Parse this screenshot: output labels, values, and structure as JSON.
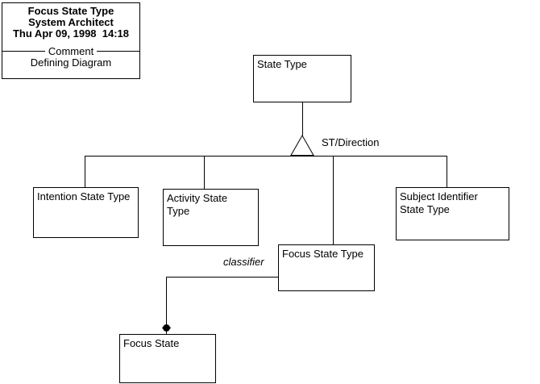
{
  "title_block": {
    "lines_bold": [
      "Focus State Type",
      "System Architect",
      "Thu Apr 09, 1998  14:18"
    ],
    "comment_label": "Comment",
    "diagram_label": "Defining Diagram"
  },
  "nodes": [
    {
      "id": "state-type",
      "label": "State Type"
    },
    {
      "id": "intention-state-type",
      "label": "Intention State Type"
    },
    {
      "id": "activity-state-type",
      "label": "Activity State\nType"
    },
    {
      "id": "subject-identifier-state-type",
      "label": "Subject Identifier\nState Type"
    },
    {
      "id": "focus-state-type",
      "label": "Focus State Type"
    },
    {
      "id": "focus-state",
      "label": "Focus State"
    }
  ],
  "edge_labels": {
    "generalization": "ST/Direction",
    "association": "classifier"
  },
  "colors": {
    "background": "#ffffff",
    "line": "#000000",
    "text": "#000000"
  }
}
